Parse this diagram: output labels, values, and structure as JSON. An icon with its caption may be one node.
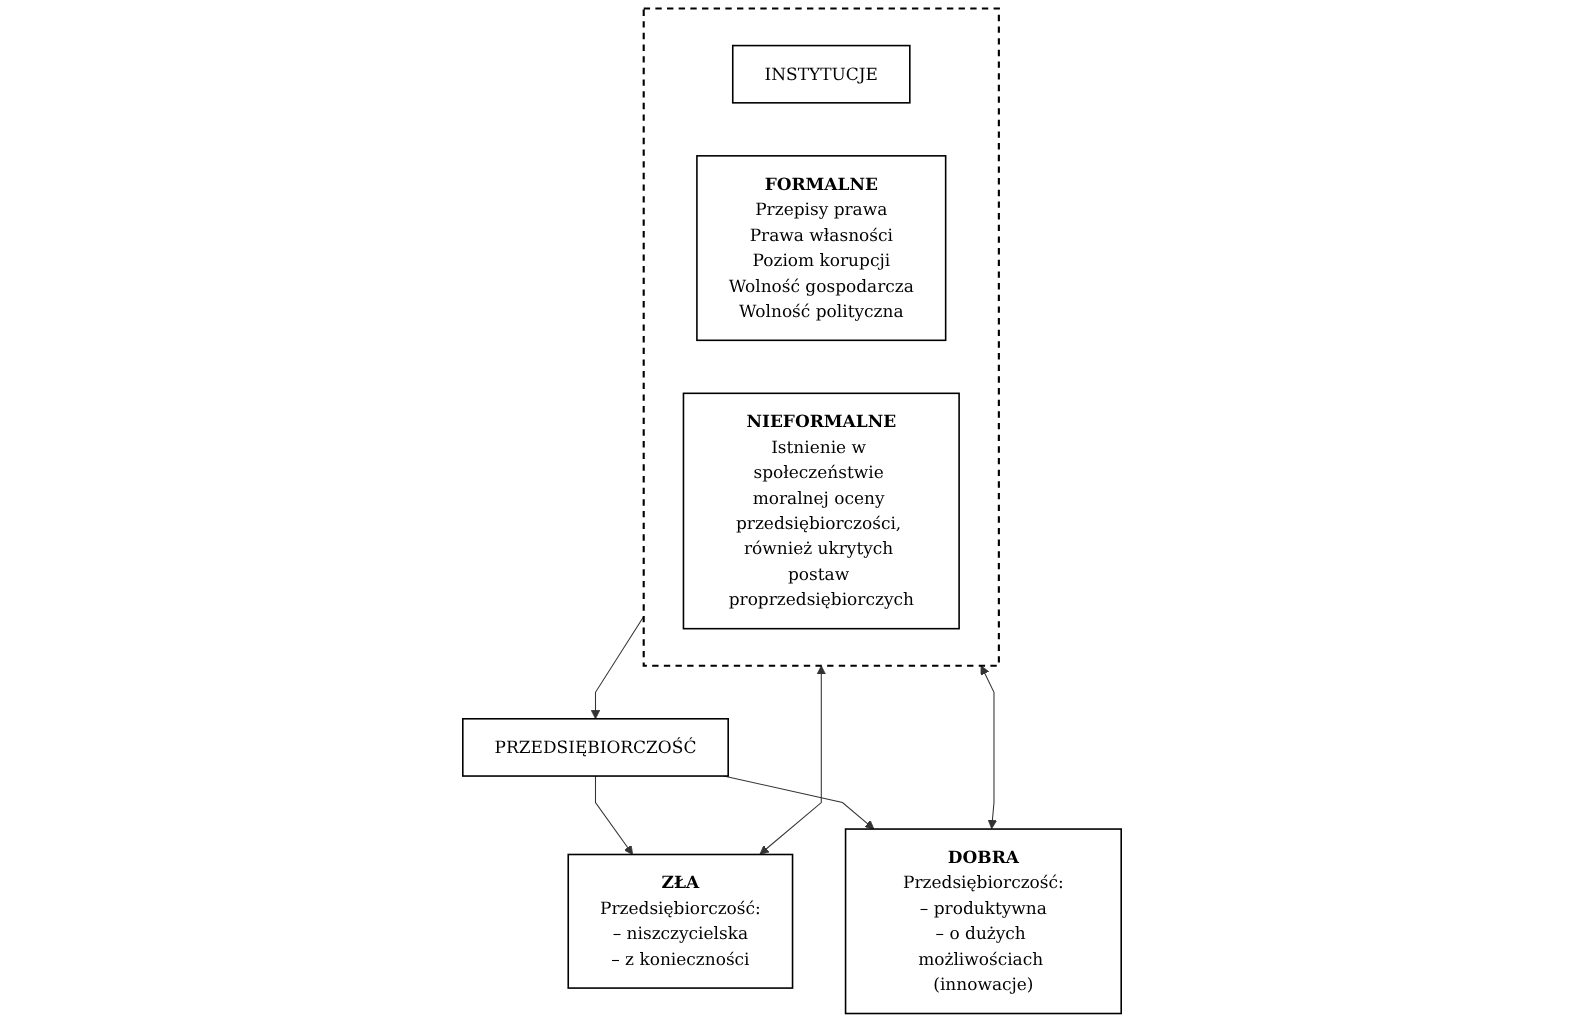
{
  "diagram": {
    "nodes": [
      {
        "text": [],
        "shape": "box"
      },
      {
        "text": [
          "INSTYTUCJE"
        ],
        "in": 0
      },
      {
        "text": [
          "FORMALNE",
          "Przepisy prawa",
          "Prawa własności",
          "Poziom korupcji",
          "Wolność gospodarcza",
          "Wolność polityczna"
        ],
        "in": 0
      },
      {
        "text": [
          "NIEFORMALNE",
          "Istnienie w społeczeństwie moralnej oceny przedsiębiorczości, również ukrytych postaw proprzedsiębiorczych"
        ],
        "in": 0
      },
      {
        "text": [
          "PRZEDSIĘBIORCZOŚĆ"
        ]
      },
      {
        "text": [
          "ZŁA",
          "Przedsiębiorczość:",
          "– niszczycielska",
          "– z konieczności"
        ]
      },
      {
        "text": [
          "DOBRA",
          "Przedsiębiorczość:",
          "– produktywna",
          "– o dużych możliwościach (innowacje)"
        ]
      }
    ],
    "edges": [
      {
        "from": 0,
        "to": 4,
        "arrow": "to"
      },
      {
        "from": 4,
        "to": 5,
        "arrow": "to"
      },
      {
        "from": 4,
        "to": 6,
        "arrow": "to"
      },
      {
        "from": 6,
        "to": 0,
        "arrow": "both"
      },
      {
        "from": 5,
        "to": 0,
        "arrow": "both"
      }
    ]
  }
}
